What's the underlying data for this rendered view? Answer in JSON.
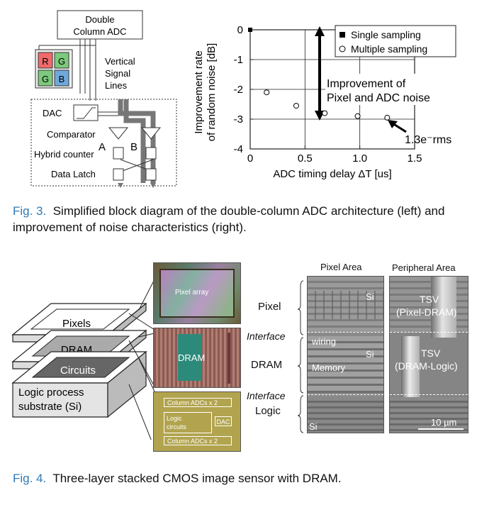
{
  "fig3": {
    "block": {
      "adc_box_line1": "Double",
      "adc_box_line2": "Column ADC",
      "pixels": [
        "R",
        "G",
        "G",
        "B"
      ],
      "vsl_line1": "Vertical",
      "vsl_line2": "Signal",
      "vsl_line3": "Lines",
      "dac": "DAC",
      "comparator": "Comparator",
      "hybrid_counter": "Hybrid counter",
      "data_latch": "Data Latch",
      "label_a": "A",
      "label_b": "B",
      "colors": {
        "r": "#f06a6a",
        "g": "#7dc97d",
        "b": "#6fa8dc"
      }
    },
    "chart_data": {
      "type": "scatter",
      "ylabel_line1": "Improvement rate",
      "ylabel_line2": "of random noise [dB]",
      "xlabel": "ADC timing delay ΔT [us]",
      "xlim": [
        0,
        1.5
      ],
      "ylim": [
        -4,
        0
      ],
      "xticks": [
        "0",
        "0.5",
        "1.0",
        "1.5"
      ],
      "yticks": [
        "0",
        "-1",
        "-2",
        "-3",
        "-4"
      ],
      "series": [
        {
          "name": "Single sampling",
          "marker": "filled-square",
          "x": [
            0
          ],
          "y": [
            0
          ]
        },
        {
          "name": "Multiple sampling",
          "marker": "open-circle",
          "x": [
            0.15,
            0.42,
            0.68,
            0.98,
            1.25
          ],
          "y": [
            -2.1,
            -2.55,
            -2.8,
            -2.9,
            -2.95
          ]
        }
      ],
      "annotation1_line1": "Improvement of",
      "annotation1_line2": "Pixel and ADC noise",
      "annotation2": "1.3e⁻rms"
    },
    "caption_num": "Fig. 3.",
    "caption_text": "Simplified block diagram of the double-column ADC architecture (left) and improvement of noise characteristics (right)."
  },
  "fig4": {
    "layers": {
      "pixels": "Pixels",
      "dram": "DRAM",
      "circuits": "Circuits",
      "substrate_line1": "Logic process",
      "substrate_line2": "substrate (Si)"
    },
    "photo_top": "Pixel array",
    "photo_mid": "DRAM",
    "photo_bottom": {
      "col1": "Column ADCs x 2",
      "logic1": "Logic",
      "logic2": "circuits",
      "dac": "DAC",
      "col2": "Column ADCs x 2"
    },
    "section": {
      "pixel_area": "Pixel Area",
      "peripheral_area": "Peripheral Area",
      "pixel": "Pixel",
      "interface1": "Interface",
      "dram": "DRAM",
      "interface2": "Interface",
      "logic": "Logic",
      "si_top": "Si",
      "wiring": "wiring",
      "si_mid": "Si",
      "memory": "Memory",
      "si_bottom": "Si",
      "tsv1_line1": "TSV",
      "tsv1_line2": "(Pixel-DRAM)",
      "tsv2_line1": "TSV",
      "tsv2_line2": "(DRAM-Logic)",
      "scale": "10 µm"
    },
    "caption_num": "Fig. 4.",
    "caption_text": "Three-layer stacked CMOS image sensor with DRAM."
  }
}
